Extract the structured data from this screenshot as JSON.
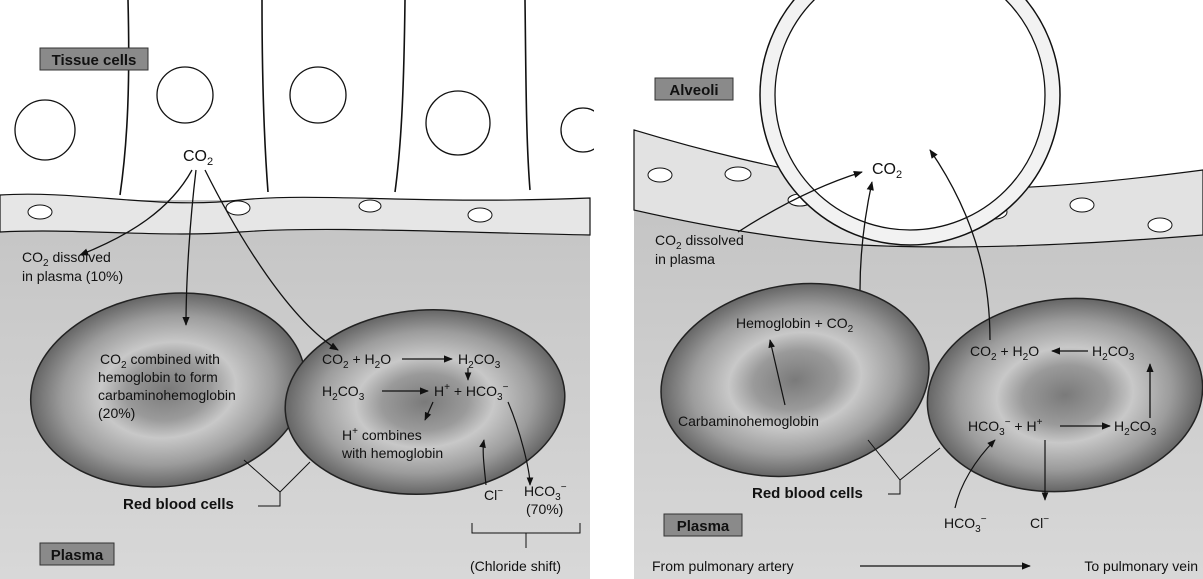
{
  "left_panel": {
    "tag_tissue": "Tissue cells",
    "tag_plasma": "Plasma",
    "co2_source": "CO",
    "co2_source_sub": "2",
    "co2_dissolved_line1_a": "CO",
    "co2_dissolved_line1_sub": "2",
    "co2_dissolved_line1_b": " dissolved",
    "co2_dissolved_line2": "in plasma (10%)",
    "carb_line1_a": "CO",
    "carb_line1_sub": "2",
    "carb_line1_b": " combined with",
    "carb_line2": "hemoglobin to form",
    "carb_line3": "carbaminohemoglobin",
    "carb_line4": "(20%)",
    "eq1_a": "CO",
    "eq1_sub1": "2",
    "eq1_b": " + H",
    "eq1_sub2": "2",
    "eq1_c": "O",
    "eq1_prod_a": "H",
    "eq1_prod_sub1": "2",
    "eq1_prod_b": "CO",
    "eq1_prod_sub2": "3",
    "eq2_a": "H",
    "eq2_sub1": "2",
    "eq2_b": "CO",
    "eq2_sub2": "3",
    "eq2_prod_a": "H",
    "eq2_prod_sup": "+",
    "eq2_prod_b": " + HCO",
    "eq2_prod_sub": "3",
    "eq2_prod_sup2": "−",
    "h_line1_a": "H",
    "h_line1_sup": "+",
    "h_line1_b": " combines",
    "h_line2": "with hemoglobin",
    "rbc_label": "Red blood cells",
    "cl_a": "Cl",
    "cl_sup": "−",
    "hco3_a": "HCO",
    "hco3_sub": "3",
    "hco3_sup": "−",
    "hco3_pct": "(70%)",
    "chloride_shift": "(Chloride shift)"
  },
  "right_panel": {
    "tag_alveoli": "Alveoli",
    "tag_plasma": "Plasma",
    "co2_top_a": "CO",
    "co2_top_sub": "2",
    "co2_dissolved_line1_a": "CO",
    "co2_dissolved_line1_sub": "2",
    "co2_dissolved_line1_b": " dissolved",
    "co2_dissolved_line2": "in plasma",
    "hb_a": "Hemoglobin + CO",
    "hb_sub": "2",
    "carb": "Carbaminohemoglobin",
    "eq1_a": "CO",
    "eq1_sub1": "2",
    "eq1_b": " + H",
    "eq1_sub2": "2",
    "eq1_c": "O",
    "eq1_prod_a": "H",
    "eq1_prod_sub1": "2",
    "eq1_prod_b": "CO",
    "eq1_prod_sub2": "3",
    "eq2_a": "HCO",
    "eq2_sub": "3",
    "eq2_sup": "−",
    "eq2_b": " + H",
    "eq2_sup2": "+",
    "eq2_prod_a": "H",
    "eq2_prod_sub1": "2",
    "eq2_prod_b": "CO",
    "eq2_prod_sub2": "3",
    "rbc_label": "Red blood cells",
    "hco3_a": "HCO",
    "hco3_sub": "3",
    "hco3_sup": "−",
    "cl_a": "Cl",
    "cl_sup": "−",
    "from_label": "From pulmonary artery",
    "to_label": "To pulmonary vein"
  },
  "colors": {
    "plasma": "#cfcfcf",
    "tissue": "#ffffff",
    "tag_fill": "#8a8a8a",
    "rbc_outer": "#6a6a6a",
    "rbc_inner": "#b5b5b5",
    "line": "#111111"
  }
}
